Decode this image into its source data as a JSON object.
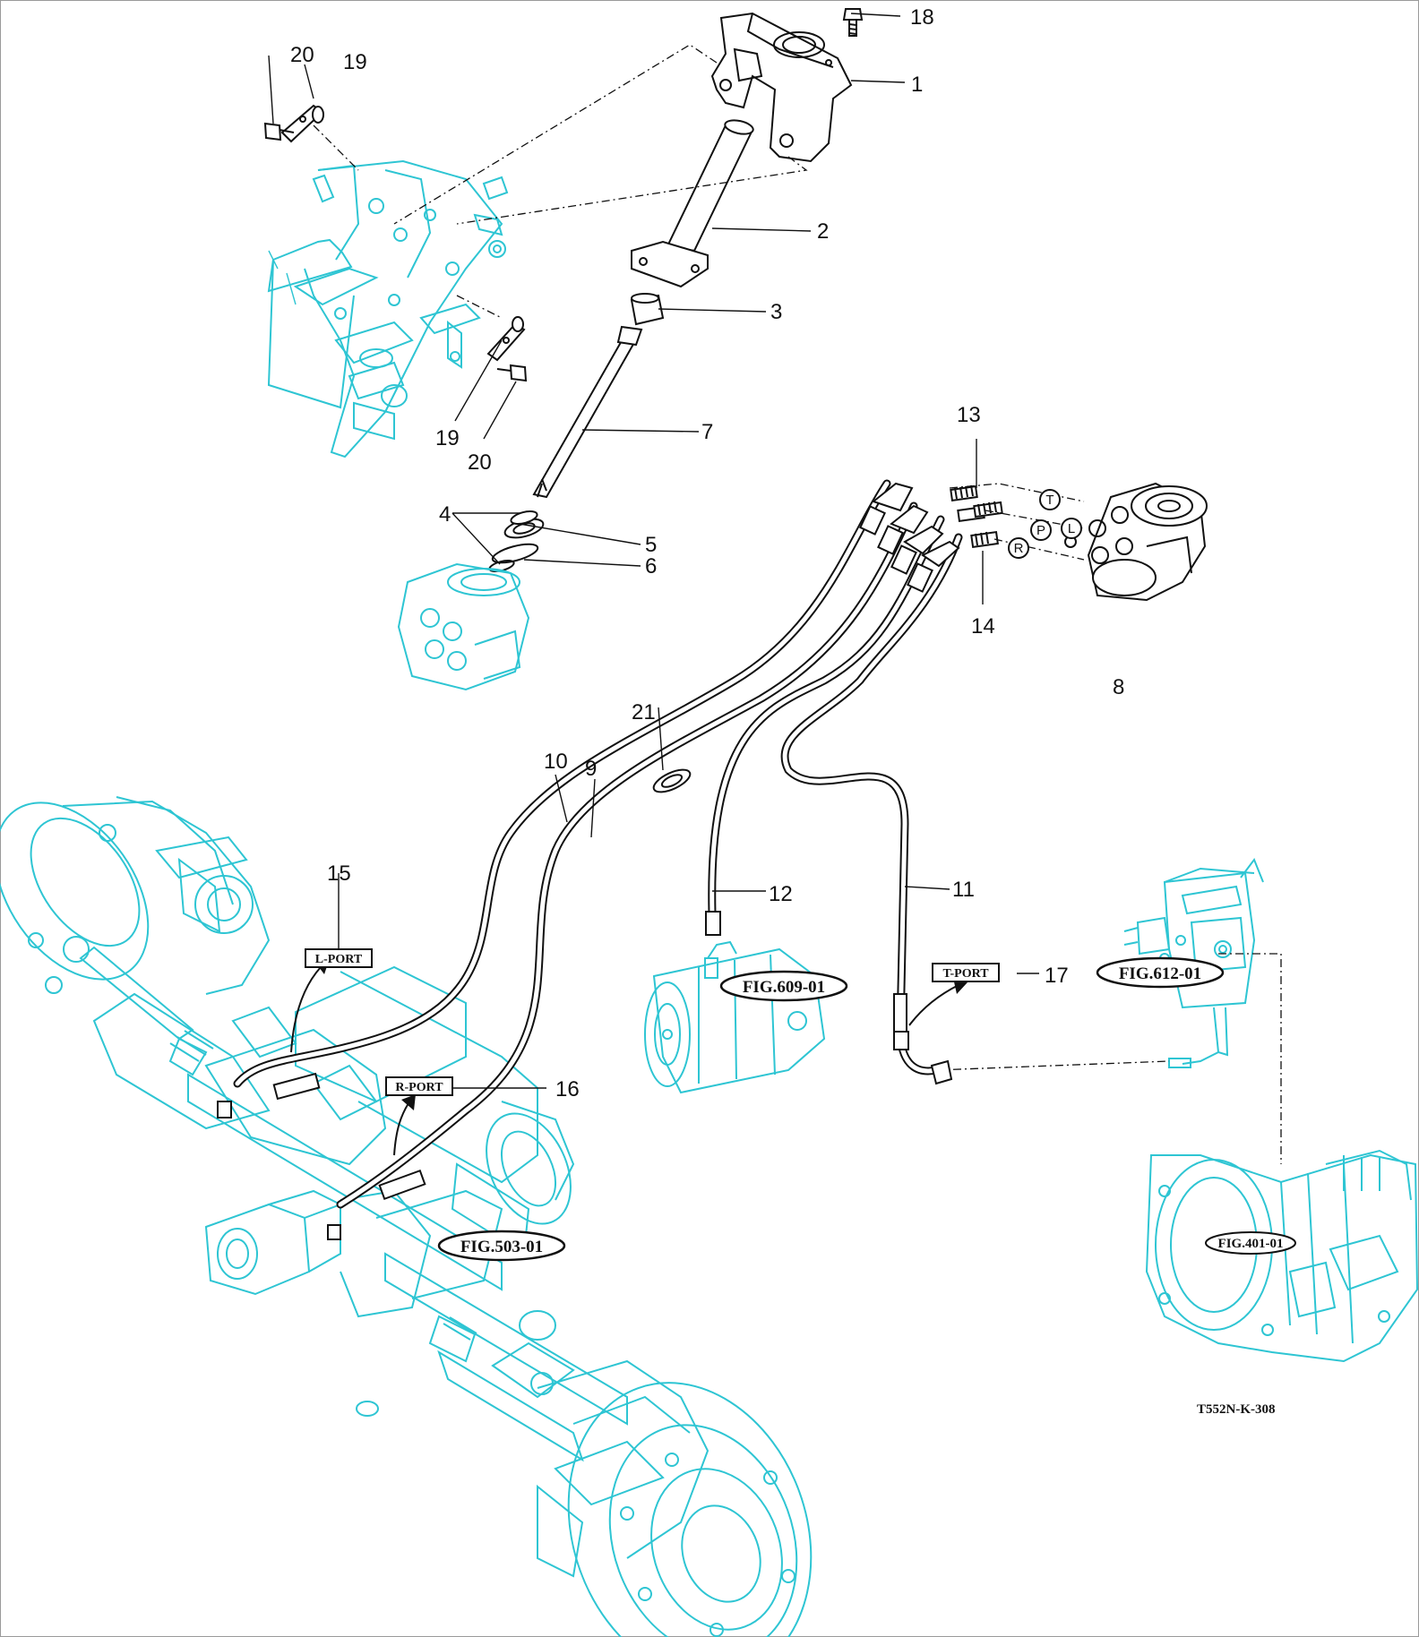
{
  "part_numbers": {
    "p1": "1",
    "p2": "2",
    "p3": "3",
    "p4": "4",
    "p5": "5",
    "p6": "6",
    "p7": "7",
    "p8": "8",
    "p9": "9",
    "p10": "10",
    "p11": "11",
    "p12": "12",
    "p13": "13",
    "p14": "14",
    "p15": "15",
    "p16": "16",
    "p17": "17",
    "p18": "18",
    "p19a": "19",
    "p19b": "19",
    "p20a": "20",
    "p20b": "20",
    "p21": "21"
  },
  "port_labels": {
    "l_port": "L-PORT",
    "r_port": "R-PORT",
    "t_port": "T-PORT"
  },
  "port_letters": {
    "t": "T",
    "p": "P",
    "l": "L",
    "r": "R"
  },
  "figure_refs": {
    "fig609": "FIG.609-01",
    "fig612": "FIG.612-01",
    "fig503": "FIG.503-01",
    "fig401": "FIG.401-01"
  },
  "drawing_code": "T552N-K-308",
  "colors": {
    "context_parts": "#2ec5d3",
    "line_art": "#111111",
    "background": "#ffffff"
  }
}
